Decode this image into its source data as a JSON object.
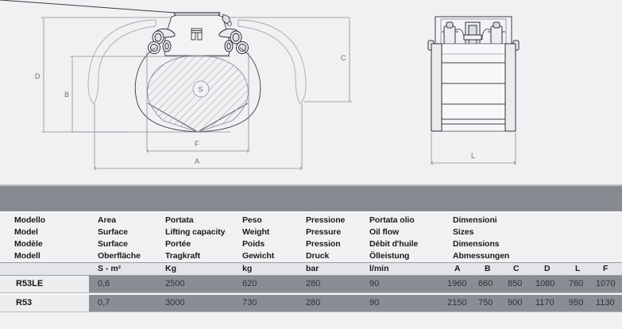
{
  "drawings": {
    "front_view": {
      "name": "front-view-grapple",
      "dimension_labels": [
        "D",
        "B",
        "C",
        "F",
        "A"
      ],
      "area_marker": "S"
    },
    "side_view": {
      "name": "side-view-grapple",
      "dimension_labels": [
        "L"
      ]
    }
  },
  "table": {
    "header_rows": [
      {
        "lang": "it",
        "model": "Modello",
        "area": "Area",
        "capacity": "Portata",
        "weight": "Peso",
        "pressure": "Pressione",
        "oilflow": "Portata olio",
        "sizes": "Dimensioni"
      },
      {
        "lang": "en",
        "model": "Model",
        "area": "Surface",
        "capacity": "Lifting capacity",
        "weight": "Weight",
        "pressure": "Pressure",
        "oilflow": "Oil flow",
        "sizes": "Sizes"
      },
      {
        "lang": "fr",
        "model": "Modèle",
        "area": "Surface",
        "capacity": "Portée",
        "weight": "Poids",
        "pressure": "Pression",
        "oilflow": "Débit d'huile",
        "sizes": "Dimensions"
      },
      {
        "lang": "de",
        "model": "Modell",
        "area": "Oberfläche",
        "capacity": "Tragkraft",
        "weight": "Gewicht",
        "pressure": "Druck",
        "oilflow": "Ölleistung",
        "sizes": "Abmessungen"
      }
    ],
    "unit_row": {
      "model": "",
      "area": "S - m²",
      "capacity": "Kg",
      "weight": "kg",
      "pressure": "bar",
      "oilflow": "l/min",
      "dim_a": "A",
      "dim_b": "B",
      "dim_c": "C",
      "dim_d": "D",
      "dim_l": "L",
      "dim_f": "F"
    },
    "rows": [
      {
        "model": "R53LE",
        "area": "0,6",
        "capacity": "2500",
        "weight": "620",
        "pressure": "280",
        "oilflow": "90",
        "dim_a": "1960",
        "dim_b": "660",
        "dim_c": "850",
        "dim_d": "1080",
        "dim_l": "760",
        "dim_f": "1070"
      },
      {
        "model": "R53",
        "area": "0,7",
        "capacity": "3000",
        "weight": "730",
        "pressure": "280",
        "oilflow": "90",
        "dim_a": "2150",
        "dim_b": "750",
        "dim_c": "900",
        "dim_d": "1170",
        "dim_l": "950",
        "dim_f": "1130"
      }
    ]
  },
  "colors": {
    "band": "#878b91",
    "data_row": "#8a8e94",
    "model_cell": "#eceef0",
    "page_bg": "#f0f1f3",
    "unit_row": "#e3e5e8",
    "line": "#6a6d72"
  }
}
